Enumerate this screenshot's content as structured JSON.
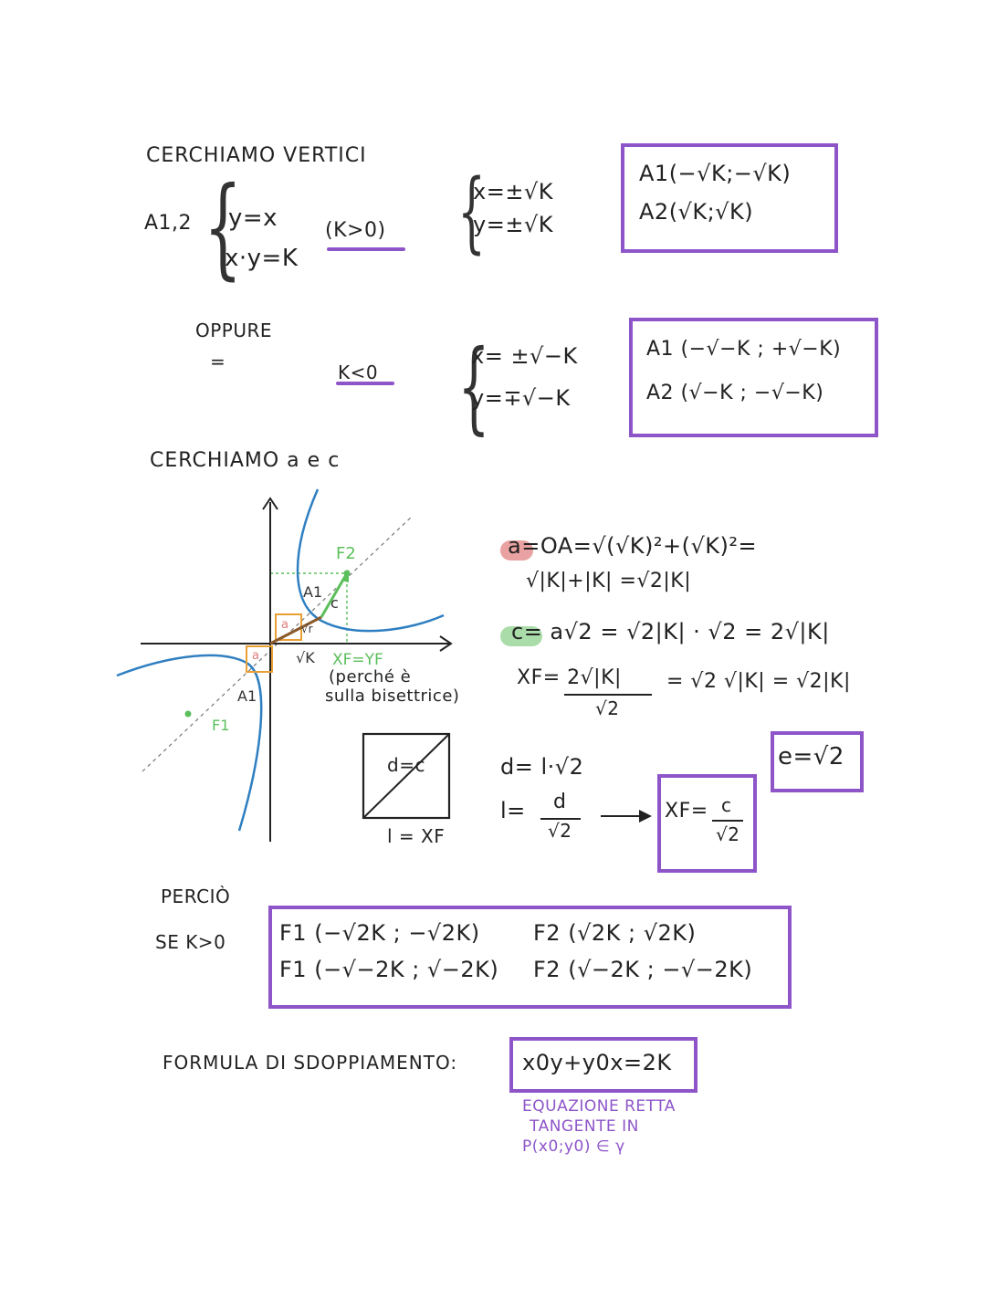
{
  "colors": {
    "purple": "#8e55c9",
    "blue": "#2f7fc1",
    "orange": "#e8a035",
    "green": "#5bbf5b",
    "red": "#e07b7b",
    "brown": "#8a5a2b"
  },
  "section1": {
    "title": "CERCHIAMO VERTICI",
    "label_a12": "A1,2",
    "sys1_eq1": "y=x",
    "sys1_eq2": "x·y=K",
    "cond_pos": "(K>0)",
    "sol1_x": "x=±√K",
    "sol1_y": "y=±√K",
    "res1_a1": "A1(−√K;−√K)",
    "res1_a2": "A2(√K;√K)",
    "oppure": "OPPURE",
    "equals_sym": "=",
    "cond_neg": "K<0",
    "sol2_x": "x= ±√−K",
    "sol2_y": "y=∓√−K",
    "res2_a1": "A1 (−√−K ; +√−K)",
    "res2_a2": "A2 (√−K ; −√−K)"
  },
  "section2": {
    "title": "CERCHIAMO a e c",
    "diagram": {
      "f2": "F2",
      "a1_top": "A1",
      "c": "c",
      "a_small": "a",
      "a_small2": "a",
      "sqrt_k_small": "√r",
      "sqrt_k": "√K",
      "xf_yf": "XF=YF",
      "a1_bottom": "A1",
      "f1": "F1"
    },
    "note_line1": "(perché è",
    "note_line2": "sulla bisettrice)",
    "a_eq_line1": "a=OA=√(√K)²+(√K)²=",
    "a_eq_line2": "√|K|+|K| =√2|K|",
    "c_eq": "c= a√2 = √2|K| · √2 = 2√|K|",
    "xf_eq_num": "XF= 2√|K|",
    "xf_eq_den": "√2",
    "xf_eq_rest": "= √2 √|K| = √2|K|",
    "square_diag": "d=c",
    "square_side": "l = XF",
    "d_eq": "d= l·√2",
    "l_eq_left": "l=",
    "l_eq_num": "d",
    "l_eq_den": "√2",
    "xf_c_left": "XF=",
    "xf_c_num": "c",
    "xf_c_den": "√2",
    "eccentricity": "e=√2"
  },
  "section3": {
    "percio": "PERCIÒ",
    "se_k": "SE K>0",
    "foci_line1_f1": "F1 (−√2K ; −√2K)",
    "foci_line1_f2": "F2 (√2K ; √2K)",
    "foci_line2_f1": "F1 (−√−2K ; √−2K)",
    "foci_line2_f2": "F2 (√−2K ; −√−2K)"
  },
  "section4": {
    "formula_label": "FORMULA DI SDOPPIAMENTO:",
    "formula": "x0y+y0x=2K",
    "note_line1": "EQUAZIONE RETTA",
    "note_line2": "TANGENTE IN",
    "note_line3": "P(x0;y0) ∈ γ"
  }
}
